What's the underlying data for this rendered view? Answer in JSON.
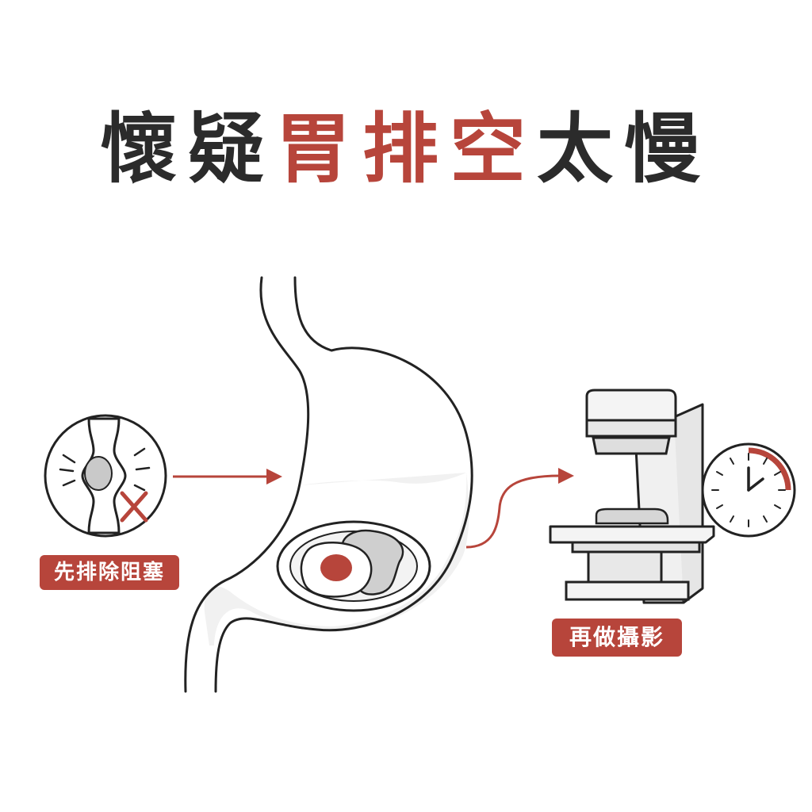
{
  "title": {
    "part1": "懷疑",
    "part2": "胃排空",
    "part3": "太慢"
  },
  "labels": {
    "left_step": "先排除阻塞",
    "right_step": "再做攝影"
  },
  "colors": {
    "accent": "#b7453b",
    "text": "#2b2b2b",
    "line": "#222222",
    "fill_gray": "#f0f0f0"
  },
  "icons": {
    "left": "obstruction-icon",
    "center": "stomach-with-meal-icon",
    "right": "gastric-emptying-scanner-icon",
    "timer": "clock-icon"
  }
}
